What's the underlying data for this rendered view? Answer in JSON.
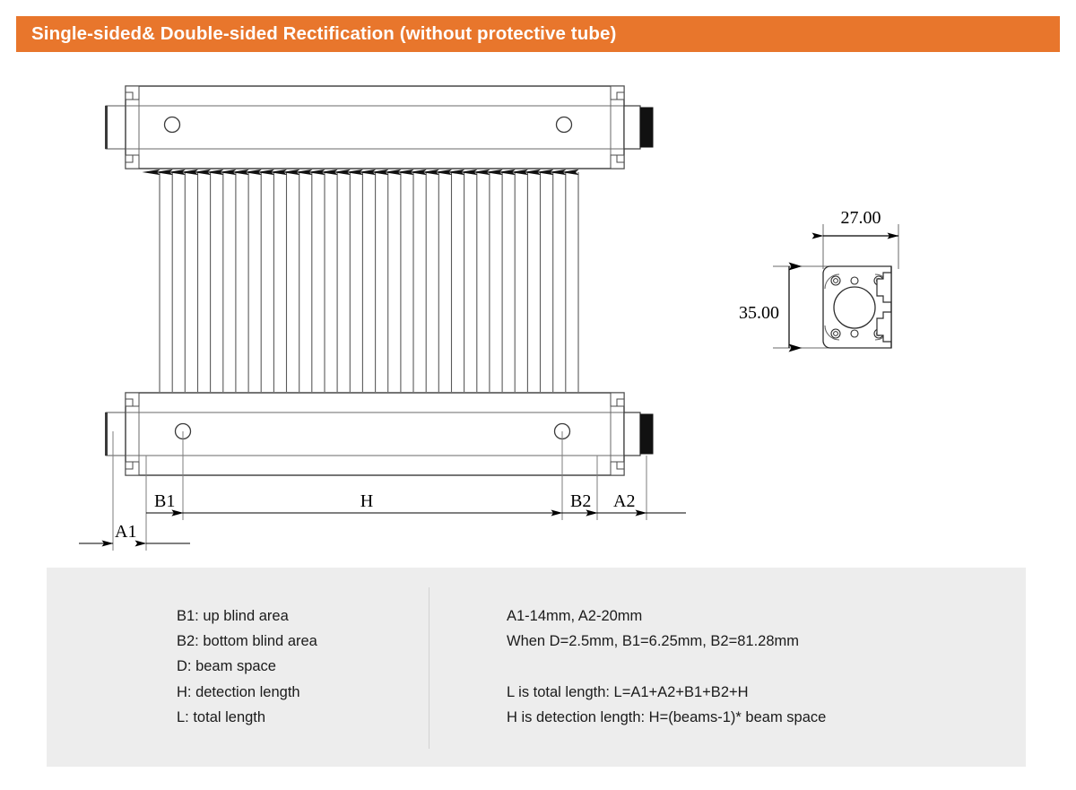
{
  "header": {
    "title": "Single-sided& Double-sided Rectification (without protective tube)",
    "background_color": "#e8762c",
    "text_color": "#ffffff"
  },
  "diagram": {
    "type": "technical-drawing",
    "description": "Light curtain sensor pair with emitter bar on top and receiver bar on bottom, infrared beams between them, plus a cross-section profile view",
    "beam_count": 34,
    "dimension_labels": {
      "a1": "A1",
      "b1": "B1",
      "h": "H",
      "b2": "B2",
      "a2": "A2"
    },
    "cross_section": {
      "width_label": "27.00",
      "height_label": "35.00"
    }
  },
  "legend": {
    "left_column": [
      "B1: up blind area",
      "B2: bottom blind area",
      "D: beam space",
      "H: detection length",
      "L: total length"
    ],
    "right_column": [
      "A1-14mm, A2-20mm",
      "When D=2.5mm, B1=6.25mm, B2=81.28mm",
      "",
      "L is total length: L=A1+A2+B1+B2+H",
      "H is detection length: H=(beams-1)* beam space"
    ],
    "background_color": "#ededed"
  }
}
